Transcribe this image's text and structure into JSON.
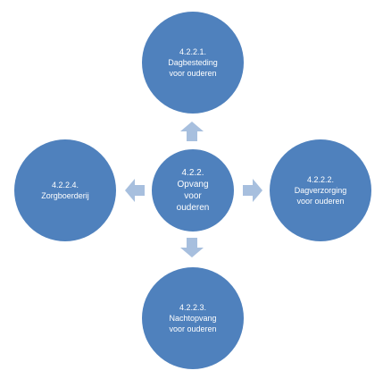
{
  "diagram": {
    "center": {
      "lines": [
        "4.2.2.",
        "Opvang",
        "voor",
        "ouderen"
      ]
    },
    "top": {
      "lines": [
        "4.2.2.1.",
        "Dagbesteding",
        "voor ouderen"
      ]
    },
    "right": {
      "lines": [
        "4.2.2.2.",
        "Dagverzorging",
        "voor ouderen"
      ]
    },
    "bottom": {
      "lines": [
        "4.2.2.3.",
        "Nachtopvang",
        "voor ouderen"
      ]
    },
    "left": {
      "lines": [
        "4.2.2.4.",
        "Zorgboerderij"
      ]
    }
  },
  "colors": {
    "node_fill": "#4f81bd",
    "arrow_fill": "#a7bfde",
    "text": "#ffffff"
  }
}
